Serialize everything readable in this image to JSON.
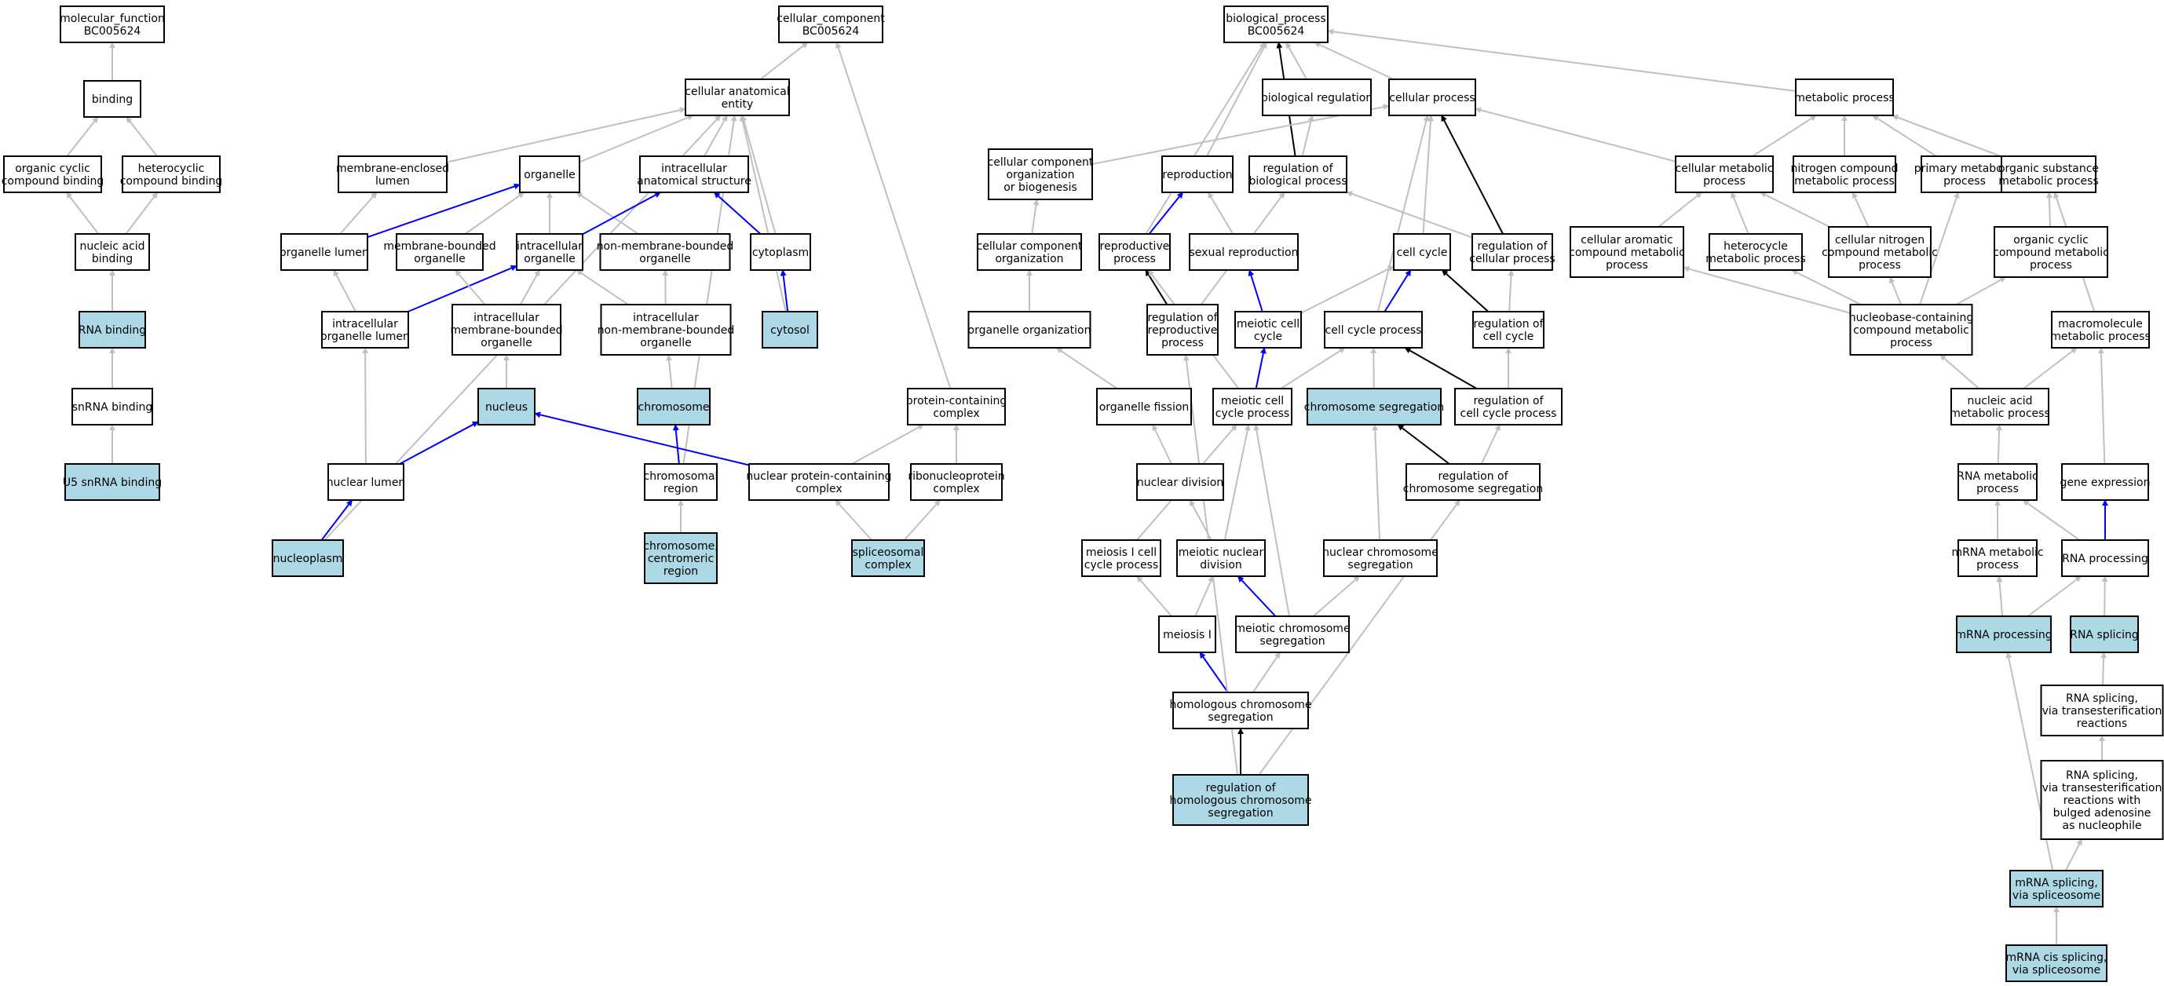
{
  "colors": {
    "highlight": "#add8e6",
    "plain": "#ffffff",
    "is_a": "#c0c0c0",
    "part_of": "#0000ff",
    "regulates": "#000000"
  },
  "nodes": [
    {
      "id": "mf",
      "lines": [
        "molecular_function",
        "BC005624"
      ],
      "hl": false
    },
    {
      "id": "binding",
      "lines": [
        "binding"
      ],
      "hl": false
    },
    {
      "id": "ocb",
      "lines": [
        "organic cyclic",
        "compound binding"
      ],
      "hl": false
    },
    {
      "id": "hcb",
      "lines": [
        "heterocyclic",
        "compound binding"
      ],
      "hl": false
    },
    {
      "id": "nab",
      "lines": [
        "nucleic acid",
        "binding"
      ],
      "hl": false
    },
    {
      "id": "rnab",
      "lines": [
        "RNA binding"
      ],
      "hl": true
    },
    {
      "id": "snrnab",
      "lines": [
        "snRNA binding"
      ],
      "hl": false
    },
    {
      "id": "u5",
      "lines": [
        "U5 snRNA binding"
      ],
      "hl": true
    },
    {
      "id": "cc",
      "lines": [
        "cellular_component",
        "BC005624"
      ],
      "hl": false
    },
    {
      "id": "cae",
      "lines": [
        "cellular anatomical",
        "entity"
      ],
      "hl": false
    },
    {
      "id": "mel",
      "lines": [
        "membrane-enclosed",
        "lumen"
      ],
      "hl": false
    },
    {
      "id": "organelle",
      "lines": [
        "organelle"
      ],
      "hl": false
    },
    {
      "id": "ias",
      "lines": [
        "intracellular",
        "anatomical structure"
      ],
      "hl": false
    },
    {
      "id": "orglumen",
      "lines": [
        "organelle lumen"
      ],
      "hl": false
    },
    {
      "id": "mbo",
      "lines": [
        "membrane-bounded",
        "organelle"
      ],
      "hl": false
    },
    {
      "id": "io",
      "lines": [
        "intracellular",
        "organelle"
      ],
      "hl": false
    },
    {
      "id": "nmbo",
      "lines": [
        "non-membrane-bounded",
        "organelle"
      ],
      "hl": false
    },
    {
      "id": "cytoplasm",
      "lines": [
        "cytoplasm"
      ],
      "hl": false
    },
    {
      "id": "iol",
      "lines": [
        "intracellular",
        "organelle lumen"
      ],
      "hl": false
    },
    {
      "id": "imbo",
      "lines": [
        "intracellular",
        "membrane-bounded",
        "organelle"
      ],
      "hl": false
    },
    {
      "id": "inmbo",
      "lines": [
        "intracellular",
        "non-membrane-bounded",
        "organelle"
      ],
      "hl": false
    },
    {
      "id": "cytosol",
      "lines": [
        "cytosol"
      ],
      "hl": true
    },
    {
      "id": "nucleus",
      "lines": [
        "nucleus"
      ],
      "hl": true
    },
    {
      "id": "chromosome",
      "lines": [
        "chromosome"
      ],
      "hl": true
    },
    {
      "id": "pcc",
      "lines": [
        "protein-containing",
        "complex"
      ],
      "hl": false
    },
    {
      "id": "nuclum",
      "lines": [
        "nuclear lumen"
      ],
      "hl": false
    },
    {
      "id": "chrreg",
      "lines": [
        "chromosomal",
        "region"
      ],
      "hl": false
    },
    {
      "id": "npcc",
      "lines": [
        "nuclear protein-containing",
        "complex"
      ],
      "hl": false
    },
    {
      "id": "rnpc",
      "lines": [
        "ribonucleoprotein",
        "complex"
      ],
      "hl": false
    },
    {
      "id": "nucleoplasm",
      "lines": [
        "nucleoplasm"
      ],
      "hl": true
    },
    {
      "id": "ccr",
      "lines": [
        "chromosome,",
        "centromeric",
        "region"
      ],
      "hl": true
    },
    {
      "id": "spliceo",
      "lines": [
        "spliceosomal",
        "complex"
      ],
      "hl": true
    },
    {
      "id": "bp",
      "lines": [
        "biological_process",
        "BC005624"
      ],
      "hl": false
    },
    {
      "id": "bioreg",
      "lines": [
        "biological regulation"
      ],
      "hl": false
    },
    {
      "id": "cellproc",
      "lines": [
        "cellular process"
      ],
      "hl": false
    },
    {
      "id": "metproc",
      "lines": [
        "metabolic process"
      ],
      "hl": false
    },
    {
      "id": "ccob",
      "lines": [
        "cellular component",
        "organization",
        "or biogenesis"
      ],
      "hl": false
    },
    {
      "id": "repro",
      "lines": [
        "reproduction"
      ],
      "hl": false
    },
    {
      "id": "rbp",
      "lines": [
        "regulation of",
        "biological process"
      ],
      "hl": false
    },
    {
      "id": "cmp",
      "lines": [
        "cellular metabolic",
        "process"
      ],
      "hl": false
    },
    {
      "id": "ncmp",
      "lines": [
        "nitrogen compound",
        "metabolic process"
      ],
      "hl": false
    },
    {
      "id": "pmp",
      "lines": [
        "primary metabolic",
        "process"
      ],
      "hl": false
    },
    {
      "id": "osmp",
      "lines": [
        "organic substance",
        "metabolic process"
      ],
      "hl": false
    },
    {
      "id": "cco",
      "lines": [
        "cellular component",
        "organization"
      ],
      "hl": false
    },
    {
      "id": "reproproc",
      "lines": [
        "reproductive",
        "process"
      ],
      "hl": false
    },
    {
      "id": "sexrep",
      "lines": [
        "sexual reproduction"
      ],
      "hl": false
    },
    {
      "id": "cellcycle",
      "lines": [
        "cell cycle"
      ],
      "hl": false
    },
    {
      "id": "rcp",
      "lines": [
        "regulation of",
        "cellular process"
      ],
      "hl": false
    },
    {
      "id": "cacmp",
      "lines": [
        "cellular aromatic",
        "compound metabolic",
        "process"
      ],
      "hl": false
    },
    {
      "id": "hmp",
      "lines": [
        "heterocycle",
        "metabolic process"
      ],
      "hl": false
    },
    {
      "id": "cncmp",
      "lines": [
        "cellular nitrogen",
        "compound metabolic",
        "process"
      ],
      "hl": false
    },
    {
      "id": "occmp",
      "lines": [
        "organic cyclic",
        "compound metabolic",
        "process"
      ],
      "hl": false
    },
    {
      "id": "orgorg",
      "lines": [
        "organelle organization"
      ],
      "hl": false
    },
    {
      "id": "rrp",
      "lines": [
        "regulation of",
        "reproductive",
        "process"
      ],
      "hl": false
    },
    {
      "id": "mcc",
      "lines": [
        "meiotic cell",
        "cycle"
      ],
      "hl": false
    },
    {
      "id": "ccp",
      "lines": [
        "cell cycle process"
      ],
      "hl": false
    },
    {
      "id": "rcc",
      "lines": [
        "regulation of",
        "cell cycle"
      ],
      "hl": false
    },
    {
      "id": "nbccmp",
      "lines": [
        "nucleobase-containing",
        "compound metabolic",
        "process"
      ],
      "hl": false
    },
    {
      "id": "mmp",
      "lines": [
        "macromolecule",
        "metabolic process"
      ],
      "hl": false
    },
    {
      "id": "orgfis",
      "lines": [
        "organelle fission"
      ],
      "hl": false
    },
    {
      "id": "mccp",
      "lines": [
        "meiotic cell",
        "cycle process"
      ],
      "hl": false
    },
    {
      "id": "chrseg",
      "lines": [
        "chromosome segregation"
      ],
      "hl": true
    },
    {
      "id": "rccp",
      "lines": [
        "regulation of",
        "cell cycle process"
      ],
      "hl": false
    },
    {
      "id": "namp",
      "lines": [
        "nucleic acid",
        "metabolic process"
      ],
      "hl": false
    },
    {
      "id": "nucdiv",
      "lines": [
        "nuclear division"
      ],
      "hl": false
    },
    {
      "id": "rcs",
      "lines": [
        "regulation of",
        "chromosome segregation"
      ],
      "hl": false
    },
    {
      "id": "rnamp",
      "lines": [
        "RNA metabolic",
        "process"
      ],
      "hl": false
    },
    {
      "id": "geneexp",
      "lines": [
        "gene expression"
      ],
      "hl": false
    },
    {
      "id": "m1ccp",
      "lines": [
        "meiosis I cell",
        "cycle process"
      ],
      "hl": false
    },
    {
      "id": "mnd",
      "lines": [
        "meiotic nuclear",
        "division"
      ],
      "hl": false
    },
    {
      "id": "ncs",
      "lines": [
        "nuclear chromosome",
        "segregation"
      ],
      "hl": false
    },
    {
      "id": "mrnamp",
      "lines": [
        "mRNA metabolic",
        "process"
      ],
      "hl": false
    },
    {
      "id": "rnaproc",
      "lines": [
        "RNA processing"
      ],
      "hl": false
    },
    {
      "id": "meiosis1",
      "lines": [
        "meiosis I"
      ],
      "hl": false
    },
    {
      "id": "mcs",
      "lines": [
        "meiotic chromosome",
        "segregation"
      ],
      "hl": false
    },
    {
      "id": "mrnaproc",
      "lines": [
        "mRNA processing"
      ],
      "hl": true
    },
    {
      "id": "rnasplice",
      "lines": [
        "RNA splicing"
      ],
      "hl": true
    },
    {
      "id": "rsvtr",
      "lines": [
        "RNA splicing,",
        "via transesterification",
        "reactions"
      ],
      "hl": false
    },
    {
      "id": "hcs",
      "lines": [
        "homologous chromosome",
        "segregation"
      ],
      "hl": false
    },
    {
      "id": "rsvtrba",
      "lines": [
        "RNA splicing,",
        "via transesterification",
        "reactions with",
        "bulged adenosine",
        "as nucleophile"
      ],
      "hl": false
    },
    {
      "id": "rhcs",
      "lines": [
        "regulation of",
        "homologous chromosome",
        "segregation"
      ],
      "hl": true
    },
    {
      "id": "msvs",
      "lines": [
        "mRNA splicing,",
        "via spliceosome"
      ],
      "hl": true
    },
    {
      "id": "mcsvs",
      "lines": [
        "mRNA cis splicing,",
        "via spliceosome"
      ],
      "hl": true
    }
  ],
  "edges": [
    {
      "from": "binding",
      "to": "mf",
      "kind": "is_a"
    },
    {
      "from": "ocb",
      "to": "binding",
      "kind": "is_a"
    },
    {
      "from": "hcb",
      "to": "binding",
      "kind": "is_a"
    },
    {
      "from": "nab",
      "to": "ocb",
      "kind": "is_a"
    },
    {
      "from": "nab",
      "to": "hcb",
      "kind": "is_a"
    },
    {
      "from": "rnab",
      "to": "nab",
      "kind": "is_a"
    },
    {
      "from": "snrnab",
      "to": "rnab",
      "kind": "is_a"
    },
    {
      "from": "u5",
      "to": "snrnab",
      "kind": "is_a"
    },
    {
      "from": "cae",
      "to": "cc",
      "kind": "is_a"
    },
    {
      "from": "pcc",
      "to": "cc",
      "kind": "is_a"
    },
    {
      "from": "mel",
      "to": "cae",
      "kind": "is_a"
    },
    {
      "from": "organelle",
      "to": "cae",
      "kind": "is_a"
    },
    {
      "from": "ias",
      "to": "cae",
      "kind": "is_a"
    },
    {
      "from": "cytoplasm",
      "to": "cae",
      "kind": "is_a"
    },
    {
      "from": "cytosol",
      "to": "cae",
      "kind": "is_a"
    },
    {
      "from": "nucleoplasm",
      "to": "cae",
      "kind": "is_a"
    },
    {
      "from": "chrreg",
      "to": "cae",
      "kind": "is_a"
    },
    {
      "from": "orglumen",
      "to": "mel",
      "kind": "is_a"
    },
    {
      "from": "orglumen",
      "to": "organelle",
      "kind": "part_of"
    },
    {
      "from": "mbo",
      "to": "organelle",
      "kind": "is_a"
    },
    {
      "from": "io",
      "to": "organelle",
      "kind": "is_a"
    },
    {
      "from": "nmbo",
      "to": "organelle",
      "kind": "is_a"
    },
    {
      "from": "io",
      "to": "ias",
      "kind": "part_of"
    },
    {
      "from": "cytoplasm",
      "to": "ias",
      "kind": "part_of"
    },
    {
      "from": "cytosol",
      "to": "cytoplasm",
      "kind": "part_of"
    },
    {
      "from": "iol",
      "to": "orglumen",
      "kind": "is_a"
    },
    {
      "from": "iol",
      "to": "io",
      "kind": "part_of"
    },
    {
      "from": "imbo",
      "to": "mbo",
      "kind": "is_a"
    },
    {
      "from": "imbo",
      "to": "io",
      "kind": "is_a"
    },
    {
      "from": "inmbo",
      "to": "io",
      "kind": "is_a"
    },
    {
      "from": "inmbo",
      "to": "nmbo",
      "kind": "is_a"
    },
    {
      "from": "nucleus",
      "to": "imbo",
      "kind": "is_a"
    },
    {
      "from": "chromosome",
      "to": "inmbo",
      "kind": "is_a"
    },
    {
      "from": "nuclum",
      "to": "iol",
      "kind": "is_a"
    },
    {
      "from": "nuclum",
      "to": "nucleus",
      "kind": "part_of"
    },
    {
      "from": "npcc",
      "to": "nucleus",
      "kind": "part_of"
    },
    {
      "from": "chrreg",
      "to": "chromosome",
      "kind": "part_of"
    },
    {
      "from": "npcc",
      "to": "pcc",
      "kind": "is_a"
    },
    {
      "from": "rnpc",
      "to": "pcc",
      "kind": "is_a"
    },
    {
      "from": "nucleoplasm",
      "to": "nuclum",
      "kind": "part_of"
    },
    {
      "from": "ccr",
      "to": "chrreg",
      "kind": "is_a"
    },
    {
      "from": "spliceo",
      "to": "npcc",
      "kind": "is_a"
    },
    {
      "from": "spliceo",
      "to": "rnpc",
      "kind": "is_a"
    },
    {
      "from": "bioreg",
      "to": "bp",
      "kind": "is_a"
    },
    {
      "from": "cellproc",
      "to": "bp",
      "kind": "is_a"
    },
    {
      "from": "metproc",
      "to": "bp",
      "kind": "is_a"
    },
    {
      "from": "repro",
      "to": "bp",
      "kind": "is_a"
    },
    {
      "from": "rbp",
      "to": "bp",
      "kind": "regulates"
    },
    {
      "from": "reproproc",
      "to": "bp",
      "kind": "is_a"
    },
    {
      "from": "ccob",
      "to": "cellproc",
      "kind": "is_a"
    },
    {
      "from": "rbp",
      "to": "bioreg",
      "kind": "is_a"
    },
    {
      "from": "cmp",
      "to": "cellproc",
      "kind": "is_a"
    },
    {
      "from": "cmp",
      "to": "metproc",
      "kind": "is_a"
    },
    {
      "from": "ncmp",
      "to": "metproc",
      "kind": "is_a"
    },
    {
      "from": "pmp",
      "to": "metproc",
      "kind": "is_a"
    },
    {
      "from": "osmp",
      "to": "metproc",
      "kind": "is_a"
    },
    {
      "from": "cco",
      "to": "ccob",
      "kind": "is_a"
    },
    {
      "from": "reproproc",
      "to": "repro",
      "kind": "part_of"
    },
    {
      "from": "sexrep",
      "to": "repro",
      "kind": "is_a"
    },
    {
      "from": "cellcycle",
      "to": "cellproc",
      "kind": "is_a"
    },
    {
      "from": "rcp",
      "to": "cellproc",
      "kind": "regulates"
    },
    {
      "from": "rcp",
      "to": "rbp",
      "kind": "is_a"
    },
    {
      "from": "cacmp",
      "to": "cmp",
      "kind": "is_a"
    },
    {
      "from": "hmp",
      "to": "cmp",
      "kind": "is_a"
    },
    {
      "from": "cncmp",
      "to": "cmp",
      "kind": "is_a"
    },
    {
      "from": "cncmp",
      "to": "ncmp",
      "kind": "is_a"
    },
    {
      "from": "occmp",
      "to": "osmp",
      "kind": "is_a"
    },
    {
      "from": "orgorg",
      "to": "cco",
      "kind": "is_a"
    },
    {
      "from": "rrp",
      "to": "reproproc",
      "kind": "regulates"
    },
    {
      "from": "rrp",
      "to": "rbp",
      "kind": "is_a"
    },
    {
      "from": "mcc",
      "to": "sexrep",
      "kind": "part_of"
    },
    {
      "from": "mcc",
      "to": "cellcycle",
      "kind": "is_a"
    },
    {
      "from": "ccp",
      "to": "cellproc",
      "kind": "is_a"
    },
    {
      "from": "ccp",
      "to": "cellcycle",
      "kind": "part_of"
    },
    {
      "from": "rcc",
      "to": "cellcycle",
      "kind": "regulates"
    },
    {
      "from": "rcc",
      "to": "rcp",
      "kind": "is_a"
    },
    {
      "from": "nbccmp",
      "to": "cacmp",
      "kind": "is_a"
    },
    {
      "from": "nbccmp",
      "to": "hmp",
      "kind": "is_a"
    },
    {
      "from": "nbccmp",
      "to": "cncmp",
      "kind": "is_a"
    },
    {
      "from": "nbccmp",
      "to": "pmp",
      "kind": "is_a"
    },
    {
      "from": "nbccmp",
      "to": "occmp",
      "kind": "is_a"
    },
    {
      "from": "mmp",
      "to": "osmp",
      "kind": "is_a"
    },
    {
      "from": "orgfis",
      "to": "orgorg",
      "kind": "is_a"
    },
    {
      "from": "mccp",
      "to": "mcc",
      "kind": "part_of"
    },
    {
      "from": "mccp",
      "to": "ccp",
      "kind": "is_a"
    },
    {
      "from": "mccp",
      "to": "reproproc",
      "kind": "is_a"
    },
    {
      "from": "chrseg",
      "to": "ccp",
      "kind": "is_a"
    },
    {
      "from": "rccp",
      "to": "ccp",
      "kind": "regulates"
    },
    {
      "from": "rccp",
      "to": "rcc",
      "kind": "is_a"
    },
    {
      "from": "namp",
      "to": "nbccmp",
      "kind": "is_a"
    },
    {
      "from": "namp",
      "to": "mmp",
      "kind": "is_a"
    },
    {
      "from": "nucdiv",
      "to": "orgfis",
      "kind": "is_a"
    },
    {
      "from": "rcs",
      "to": "chrseg",
      "kind": "regulates"
    },
    {
      "from": "rcs",
      "to": "rccp",
      "kind": "is_a"
    },
    {
      "from": "rnamp",
      "to": "namp",
      "kind": "is_a"
    },
    {
      "from": "geneexp",
      "to": "mmp",
      "kind": "is_a"
    },
    {
      "from": "m1ccp",
      "to": "mccp",
      "kind": "is_a"
    },
    {
      "from": "mnd",
      "to": "nucdiv",
      "kind": "is_a"
    },
    {
      "from": "mnd",
      "to": "mccp",
      "kind": "is_a"
    },
    {
      "from": "ncs",
      "to": "chrseg",
      "kind": "is_a"
    },
    {
      "from": "mrnamp",
      "to": "rnamp",
      "kind": "is_a"
    },
    {
      "from": "rnaproc",
      "to": "rnamp",
      "kind": "is_a"
    },
    {
      "from": "rnaproc",
      "to": "geneexp",
      "kind": "part_of"
    },
    {
      "from": "meiosis1",
      "to": "m1ccp",
      "kind": "is_a"
    },
    {
      "from": "meiosis1",
      "to": "mnd",
      "kind": "is_a"
    },
    {
      "from": "mcs",
      "to": "mnd",
      "kind": "part_of"
    },
    {
      "from": "mcs",
      "to": "ncs",
      "kind": "is_a"
    },
    {
      "from": "mcs",
      "to": "mccp",
      "kind": "is_a"
    },
    {
      "from": "mrnaproc",
      "to": "mrnamp",
      "kind": "is_a"
    },
    {
      "from": "mrnaproc",
      "to": "rnaproc",
      "kind": "is_a"
    },
    {
      "from": "rnasplice",
      "to": "rnaproc",
      "kind": "is_a"
    },
    {
      "from": "rsvtr",
      "to": "rnasplice",
      "kind": "is_a"
    },
    {
      "from": "hcs",
      "to": "mcs",
      "kind": "is_a"
    },
    {
      "from": "hcs",
      "to": "meiosis1",
      "kind": "part_of"
    },
    {
      "from": "rsvtrba",
      "to": "rsvtr",
      "kind": "is_a"
    },
    {
      "from": "rhcs",
      "to": "hcs",
      "kind": "regulates"
    },
    {
      "from": "rhcs",
      "to": "rrp",
      "kind": "is_a"
    },
    {
      "from": "rhcs",
      "to": "rcs",
      "kind": "is_a"
    },
    {
      "from": "msvs",
      "to": "rsvtrba",
      "kind": "is_a"
    },
    {
      "from": "msvs",
      "to": "mrnaproc",
      "kind": "is_a"
    },
    {
      "from": "mcsvs",
      "to": "msvs",
      "kind": "is_a"
    }
  ]
}
